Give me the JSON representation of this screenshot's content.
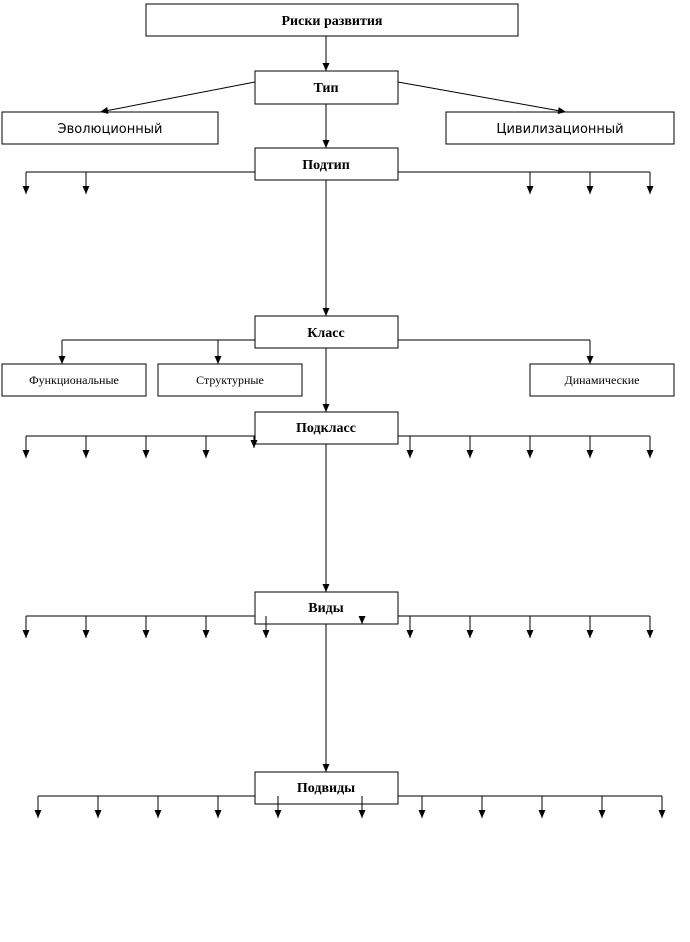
{
  "nodes": {
    "root": "Риски развития",
    "type": "Тип",
    "evolutionary": "Эволюционный",
    "civilizational": "Цивилизационный",
    "subtype": "Подтип",
    "class": "Класс",
    "functional": "Функциональные",
    "structural": "Структурные",
    "dynamic": "Динамические",
    "subclass": "Подкласс",
    "species": "Виды",
    "subspecies": "Подвиды"
  }
}
